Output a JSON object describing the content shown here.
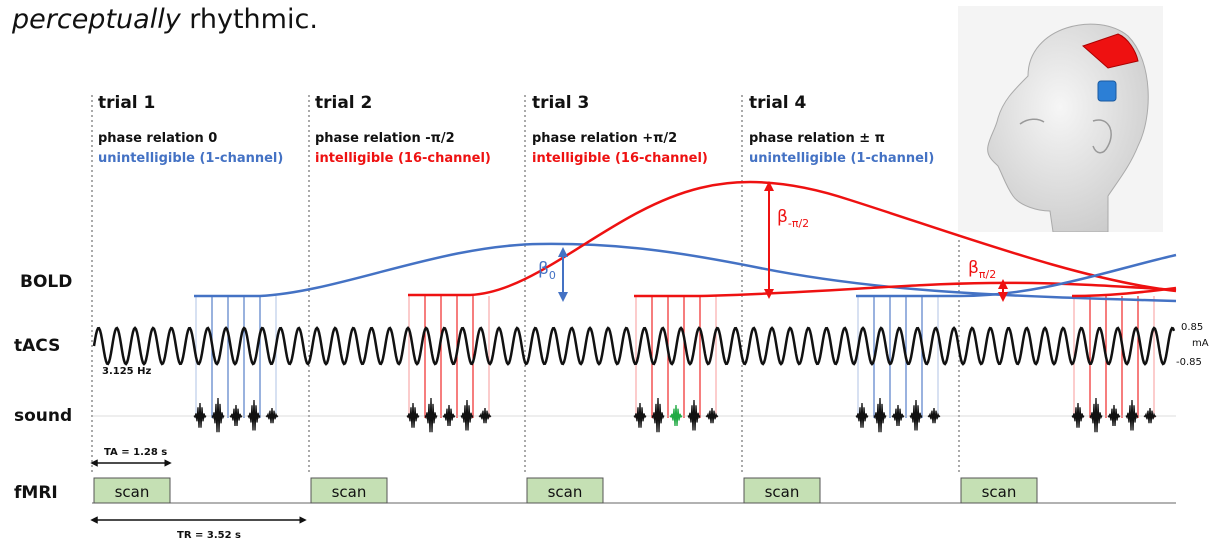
{
  "intro": {
    "emphasis": "perceptually",
    "rest": " rhythmic."
  },
  "trials": [
    {
      "title": "trial 1",
      "phase": "phase relation 0",
      "condition": "unintelligible (1-channel)",
      "condition_color": "#4472c4"
    },
    {
      "title": "trial 2",
      "phase": "phase relation -π/2",
      "condition": "intelligible (16-channel)",
      "condition_color": "#ee1111"
    },
    {
      "title": "trial 3",
      "phase": "phase relation +π/2",
      "condition": "intelligible (16-channel)",
      "condition_color": "#ee1111"
    },
    {
      "title": "trial 4",
      "phase": "phase relation ± π",
      "condition": "unintelligible (1-channel)",
      "condition_color": "#4472c4"
    }
  ],
  "rows": {
    "bold": "BOLD",
    "tacs": "tACS",
    "sound": "sound",
    "fmri": "fMRI"
  },
  "tacs": {
    "frequency": "3.125 Hz",
    "top_value": "0.85",
    "unit": "mA",
    "bottom_value": "-0.85"
  },
  "betas": [
    {
      "symbol": "β",
      "sub": "0",
      "color": "#4472c4"
    },
    {
      "symbol": "β",
      "sub": "-π/2",
      "color": "#ee1111"
    },
    {
      "symbol": "β",
      "sub": "π/2",
      "color": "#ee1111"
    }
  ],
  "fmri": {
    "scan_label": "scan",
    "ta_label": "TA = 1.28 s",
    "tr_label": "TR = 3.52 s",
    "scan_count": 5
  },
  "colors": {
    "blue": "#4472c4",
    "red": "#ee1111",
    "green": "#22aa44",
    "scan_fill": "#c5e0b4",
    "black": "#111111"
  }
}
